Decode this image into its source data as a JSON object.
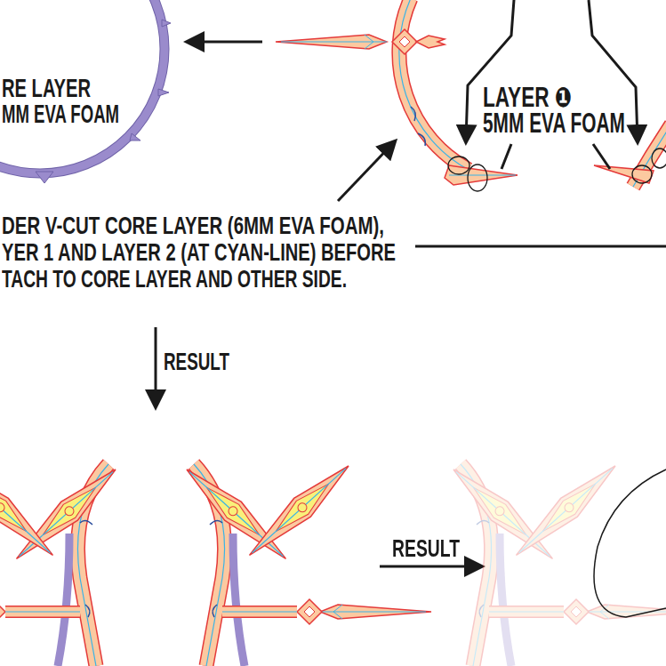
{
  "diagram": {
    "labels": [
      "RE LAYER",
      "MM EVA FOAM",
      "LAYER ❶",
      "5MM EVA FOAM",
      "DER V-CUT CORE LAYER (6MM EVA FOAM),",
      "YER 1 AND LAYER 2 (AT CYAN-LINE) BEFORE",
      "TACH TO CORE LAYER AND OTHER SIDE.",
      "RESULT",
      "RESULT"
    ]
  }
}
